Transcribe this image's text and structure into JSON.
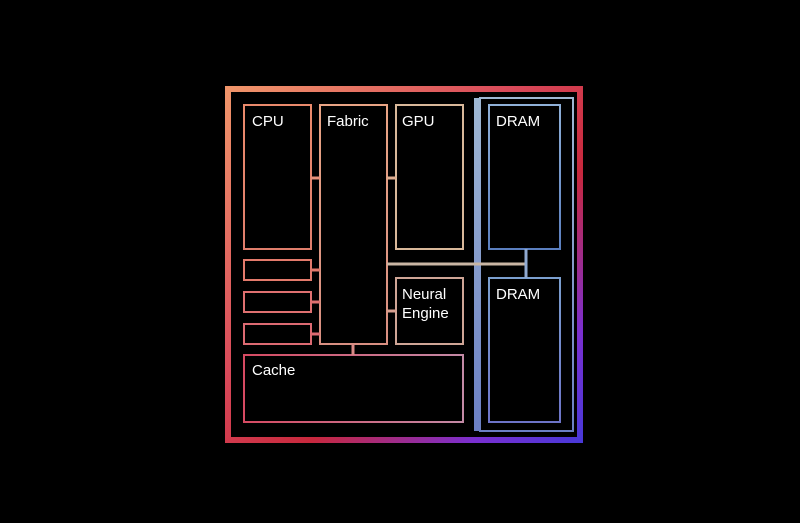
{
  "diagram": {
    "labels": {
      "cpu": "CPU",
      "fabric": "Fabric",
      "gpu": "GPU",
      "dram_top": "DRAM",
      "dram_bottom": "DRAM",
      "neural_engine_line1": "Neural",
      "neural_engine_line2": "Engine",
      "cache": "Cache"
    },
    "colors": {
      "background": "#000000",
      "text": "#ffffff",
      "warm_orange": "#f0956a",
      "pink_orange": "#e0846e",
      "salmon": "#e8917a",
      "sand": "#d9b89a",
      "red": "#d63a55",
      "red_deep": "#c8283d",
      "pink": "#c98aa0",
      "purple": "#6a2fd0",
      "blue": "#2e8ef0",
      "steel_blue": "#7b9fcf"
    }
  }
}
